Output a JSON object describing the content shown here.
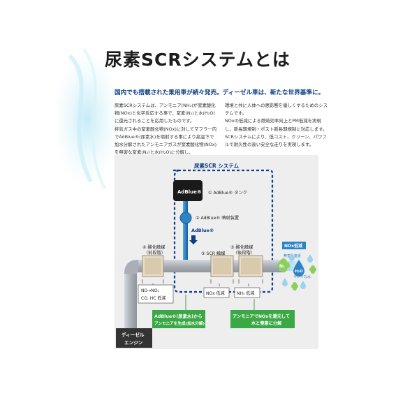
{
  "title": "尿素SCRシステムとは",
  "headline": "国内でも搭載された乗用車が続々発売。ディーゼル車は、新たな世界基準に。",
  "body_left": [
    "尿素SCRシステムは、アンモニア(NH₃)が窒素酸化物(NOx)と化学反応する事で、窒素(N₂)と水(H₂O)に還元されることを応用したものです。",
    "排気ガス中の窒素酸化物(NOx)に対してマフラー内でAdBlue®(尿素水)を噴射する事により高温下で加水分解されたアンモニアガスが窒素酸化物(NOx)を無害な窒素(N₂)と水(H₂O)に分解し、"
  ],
  "body_right": [
    "環境と共に人体への悪影響を優しくするためのシステムです。",
    "NOxの低減による燃焼効率向上とPM低減を実現し、新長期規制・ポスト新長期規制に対応します。SCRシステムにより、低コスト、クリーン、パワフルで耐久性の高い安全な走りを実現します。"
  ],
  "diagram": {
    "title": "尿素SCR システム",
    "tank_label": "AdBlue®",
    "callout_1": "① AdBlue® タンク",
    "callout_2": "② AdBlue® 噴射装置",
    "flow_label": "AdBlue®",
    "callout_3": "③ SCR 触媒",
    "callout_4_line1": "④ 酸化触媒",
    "callout_4_line2": "（前段階）",
    "callout_5_line1": "⑤ 酸化触媒",
    "callout_5_line2": "（後段階）",
    "box_no_line1": "NO→NO₂",
    "box_no_line2": "CO, HC 低減",
    "box_nox": "NOx 低減",
    "box_nh3": "NH₃ 低減",
    "green1_line1": "AdBlue®(尿素水)から",
    "green1_line2": "アンモニアを生成(加水分解)",
    "green2_line1": "アンモニアでNOxを還元して",
    "green2_line2": "水と窒素に分解",
    "engine_line1": "ディーゼル",
    "engine_line2": "エンジン",
    "nox_badge": "NOx低減",
    "harmless_line1": "無害な窒素",
    "n2": "N₂",
    "h2o": "H₂O",
    "clean_water": "キレイな水",
    "colors": {
      "navy": "#0d3e84",
      "pipe": "#aab0b6",
      "green": "#3aa845",
      "accent_blue": "#2d83c4",
      "engine": "#333333"
    }
  }
}
